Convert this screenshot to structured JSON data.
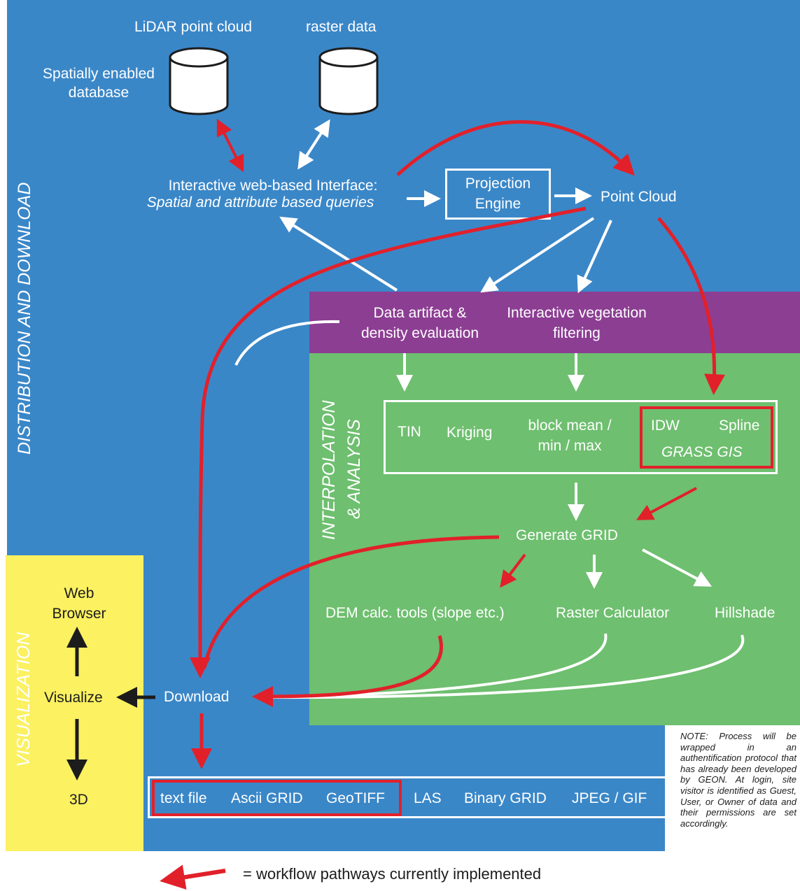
{
  "database": {
    "lidar_label": "LiDAR point cloud",
    "raster_label": "raster data",
    "spatial_label_line1": "Spatially enabled",
    "spatial_label_line2": "database"
  },
  "sections": {
    "distribution": "DISTRIBUTION AND DOWNLOAD",
    "interpolation_line1": "INTERPOLATION",
    "interpolation_line2": "& ANALYSIS",
    "visualization": "VISUALIZATION"
  },
  "interface": {
    "line1": "Interactive web-based Interface:",
    "line2": "Spatial and attribute based queries"
  },
  "projection": {
    "line1": "Projection",
    "line2": "Engine"
  },
  "point_cloud": "Point Cloud",
  "evaluation": {
    "artifact_line1": "Data artifact &",
    "artifact_line2": "density evaluation",
    "vegetation_line1": "Interactive vegetation",
    "vegetation_line2": "filtering"
  },
  "methods": {
    "tin": "TIN",
    "kriging": "Kriging",
    "block_line1": "block mean /",
    "block_line2": "min / max",
    "idw": "IDW",
    "spline": "Spline",
    "grass": "GRASS GIS"
  },
  "grid": {
    "generate": "Generate GRID",
    "dem_tools": "DEM calc. tools (slope etc.)",
    "raster_calc": "Raster Calculator",
    "hillshade": "Hillshade"
  },
  "download": "Download",
  "visualization": {
    "web_line1": "Web",
    "web_line2": "Browser",
    "visualize": "Visualize",
    "three_d": "3D"
  },
  "formats": [
    "text file",
    "Ascii GRID",
    "GeoTIFF",
    "LAS",
    "Binary GRID",
    "JPEG / GIF"
  ],
  "note": "NOTE: Process will be wrapped in an authentification protocol that has already been developed by GEON. At login, site visitor is identified as Guest, User, or Owner of data and their permissions are set accordingly.",
  "legend": "= workflow pathways currently implemented",
  "colors": {
    "blue": "#3a87c8",
    "purple": "#8c3e93",
    "green": "#6ebf6f",
    "yellow": "#fbf161",
    "red_arrow": "#e2202a",
    "white_arrow": "#ffffff",
    "black_arrow": "#1c1c1c"
  }
}
